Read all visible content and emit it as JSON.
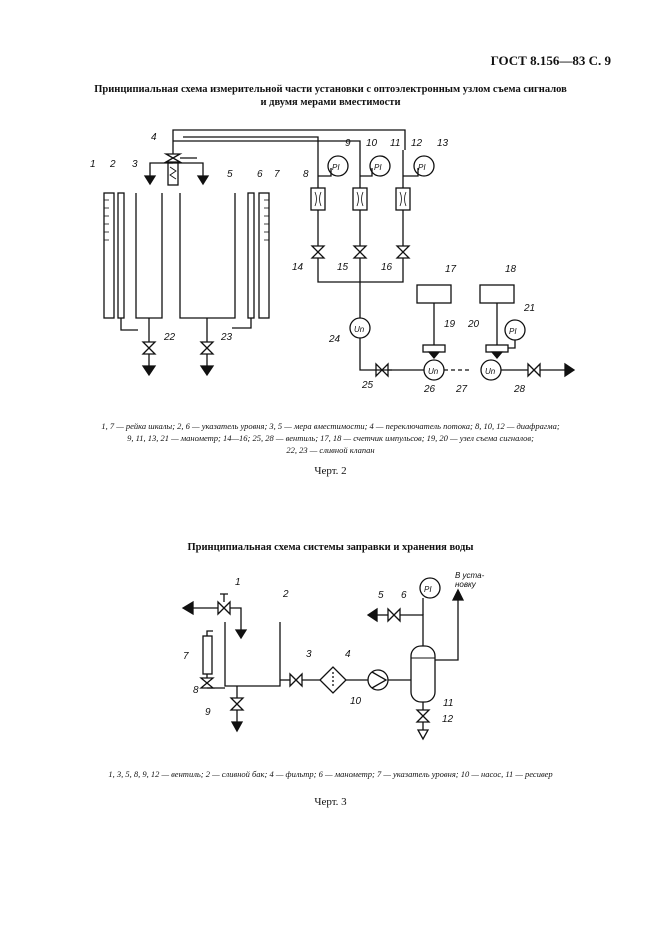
{
  "header": "ГОСТ 8.156—83 С. 9",
  "figure2": {
    "title_line1": "Принципиальная схема измерительной части установки с оптоэлектронным узлом съема сигналов",
    "title_line2": "и двумя мерами вместимости",
    "labels": [
      "1",
      "2",
      "3",
      "4",
      "5",
      "6",
      "7",
      "8",
      "9",
      "10",
      "11",
      "12",
      "13",
      "14",
      "15",
      "16",
      "17",
      "18",
      "19",
      "20",
      "21",
      "22",
      "23",
      "24",
      "25",
      "26",
      "27",
      "28"
    ],
    "instrument_texts": {
      "pressure": "PI",
      "counter": "Un"
    },
    "legend_line1": "1, 7 — рейка шкалы; 2, 6 — указатель уровня; 3, 5 — мера вместимости; 4 — переключатель потока; 8, 10, 12 — диафрагма;",
    "legend_line2": "9, 11, 13, 21 — манометр; 14—16; 25, 28 — вентиль; 17, 18 — счетчик импульсов; 19, 20 — узел съема сигналов;",
    "legend_line3": "22, 23 — сливной клапан",
    "caption": "Черт. 2"
  },
  "figure3": {
    "title": "Принципиальная схема системы заправки и хранения воды",
    "labels": [
      "1",
      "2",
      "3",
      "4",
      "5",
      "6",
      "7",
      "8",
      "9",
      "10",
      "11",
      "12"
    ],
    "instrument_texts": {
      "pressure": "PI",
      "outlet_line1": "В уста-",
      "outlet_line2": "новку"
    },
    "legend": "1, 3, 5, 8, 9, 12 — вентиль; 2 — сливной бак; 4 — фильтр; 6 — манометр; 7 — указатель уровня; 10 — насос, 11 — ресивер",
    "caption": "Черт. 3"
  }
}
